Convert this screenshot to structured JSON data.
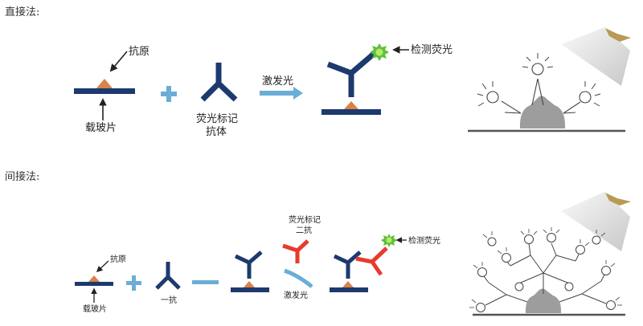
{
  "headings": {
    "direct": "直接法:",
    "indirect": "间接法:"
  },
  "direct": {
    "antigen": "抗原",
    "slide": "载玻片",
    "fluor_antibody_line1": "荧光标记",
    "fluor_antibody_line2": "抗体",
    "excite": "激发光",
    "detect": "检测荧光"
  },
  "indirect": {
    "antigen": "抗原",
    "slide": "载玻片",
    "primary": "一抗",
    "secondary_line1": "荧光标记",
    "secondary_line2": "二抗",
    "excite": "激发光",
    "detect": "检测荧光"
  },
  "colors": {
    "antibody": "#1c3a6e",
    "antigen": "#d9824a",
    "slide": "#1c3a6e",
    "plus": "#6aaed6",
    "arrow": "#6aaed6",
    "secondary": "#e63b2e",
    "fluor": "#5cc13b"
  }
}
